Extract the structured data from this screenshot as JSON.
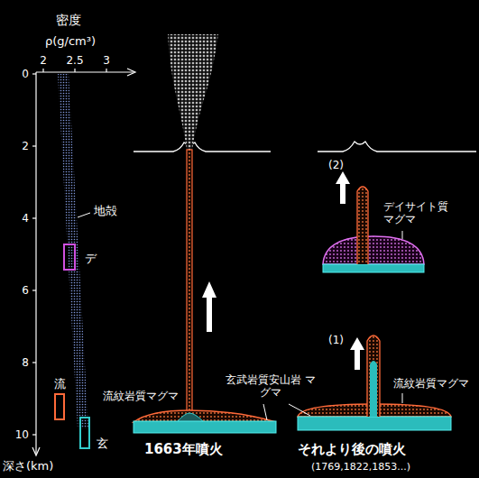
{
  "diagram": {
    "nodes": [
      {
        "text": [
          "デ"
        ]
      },
      {
        "text": [
          "流"
        ]
      },
      {
        "text": [
          "玄"
        ]
      }
    ],
    "labels": [
      "密度",
      "ρ(g/cm³)",
      "2",
      "2.5",
      "3",
      "0",
      "2",
      "4",
      "6",
      "8",
      "10",
      "深さ(km)",
      "地殻",
      "流紋岩質マグマ",
      "玄武岩質安山岩 マグマ",
      "1663年噴火",
      "(2)",
      "デイサイト質 マグマ",
      "(1)",
      "流紋岩質マグマ",
      "それより後の噴火",
      "(1769,1822,1853...)"
    ]
  }
}
